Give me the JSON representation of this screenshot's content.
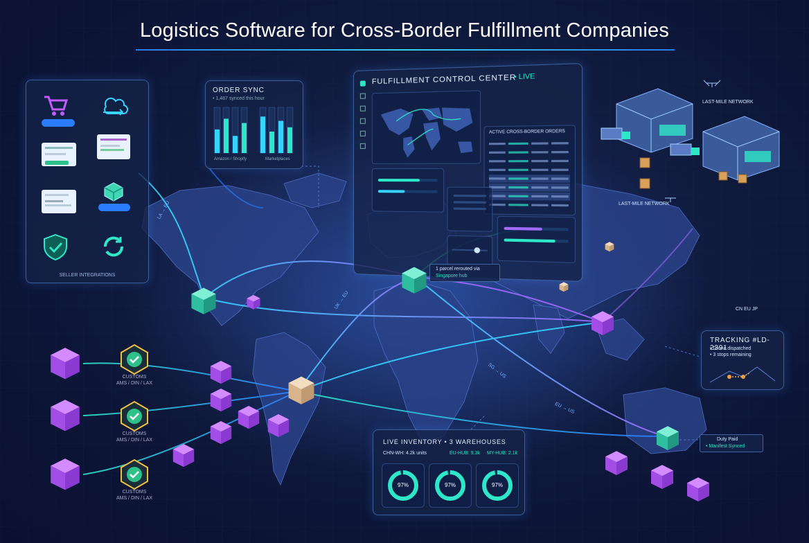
{
  "title": "Logistics Software for Cross-Border Fulfillment Companies",
  "colors": {
    "accent_cyan": "#2ee6c8",
    "accent_blue": "#2b7cff",
    "route_purple": "#a26bff",
    "package_purple": "#b05cf0",
    "package_teal": "#3fd6b5",
    "panel_border": "#6aa8ff"
  },
  "seller_integrations": {
    "label": "SELLER INTEGRATIONS",
    "icons": [
      "shopping-cart-icon",
      "cloud-sync-icon",
      "storefront-card-icon",
      "marketplace-card-icon",
      "listing-card-icon",
      "package-icon",
      "shield-check-icon",
      "refresh-icon"
    ]
  },
  "order_sync": {
    "title": "ORDER SYNC",
    "subtitle": "• 1,487 synced this hour",
    "left_caption": "Amazon / Shopify",
    "right_caption": "Marketplaces",
    "bar_levels": [
      0.55,
      0.8,
      0.4,
      0.7,
      0.85,
      0.5,
      0.75,
      0.6
    ]
  },
  "control_center": {
    "title": "FULFILLMENT CONTROL CENTER",
    "live": "• LIVE",
    "table_title": "ACTIVE CROSS-BORDER ORDERS",
    "rows": 8
  },
  "last_mile": {
    "label_top": "LAST-MILE NETWORK",
    "label_bottom": "LAST-MILE NETWORK"
  },
  "customs_nodes": [
    {
      "label_line1": "CUSTOMS",
      "label_line2": "AMS / DIN / LAX"
    },
    {
      "label_line1": "CUSTOMS",
      "label_line2": "AMS / DIN / LAX"
    },
    {
      "label_line1": "CUSTOMS",
      "label_line2": "AMS / DIN / LAX"
    }
  ],
  "europe_callout": {
    "line1": "1 parcel rerouted via",
    "line2": "Singapore hub"
  },
  "tracking": {
    "title": "TRACKING #LD-2391",
    "line1": "• Drone dispatched",
    "line2": "• 3 stops remaining"
  },
  "duty": {
    "line1": "Duty Paid",
    "line2": "• Manifest Synced"
  },
  "asia_flags_label": "CN  EU  JP",
  "route_tags": [
    "LA → EU",
    "UK → EU",
    "SG → US",
    "EU → US"
  ],
  "inventory": {
    "title": "LIVE INVENTORY • 3 WAREHOUSES",
    "stat1": "CHN-WH: 4.2k units",
    "stat2": "EU-HUB: 9.3k",
    "stat3": "MY-HUB: 2.1k",
    "rings": [
      {
        "label": "97%",
        "value": 0.97
      },
      {
        "label": "97%",
        "value": 0.97
      },
      {
        "label": "97%",
        "value": 0.97
      }
    ]
  }
}
